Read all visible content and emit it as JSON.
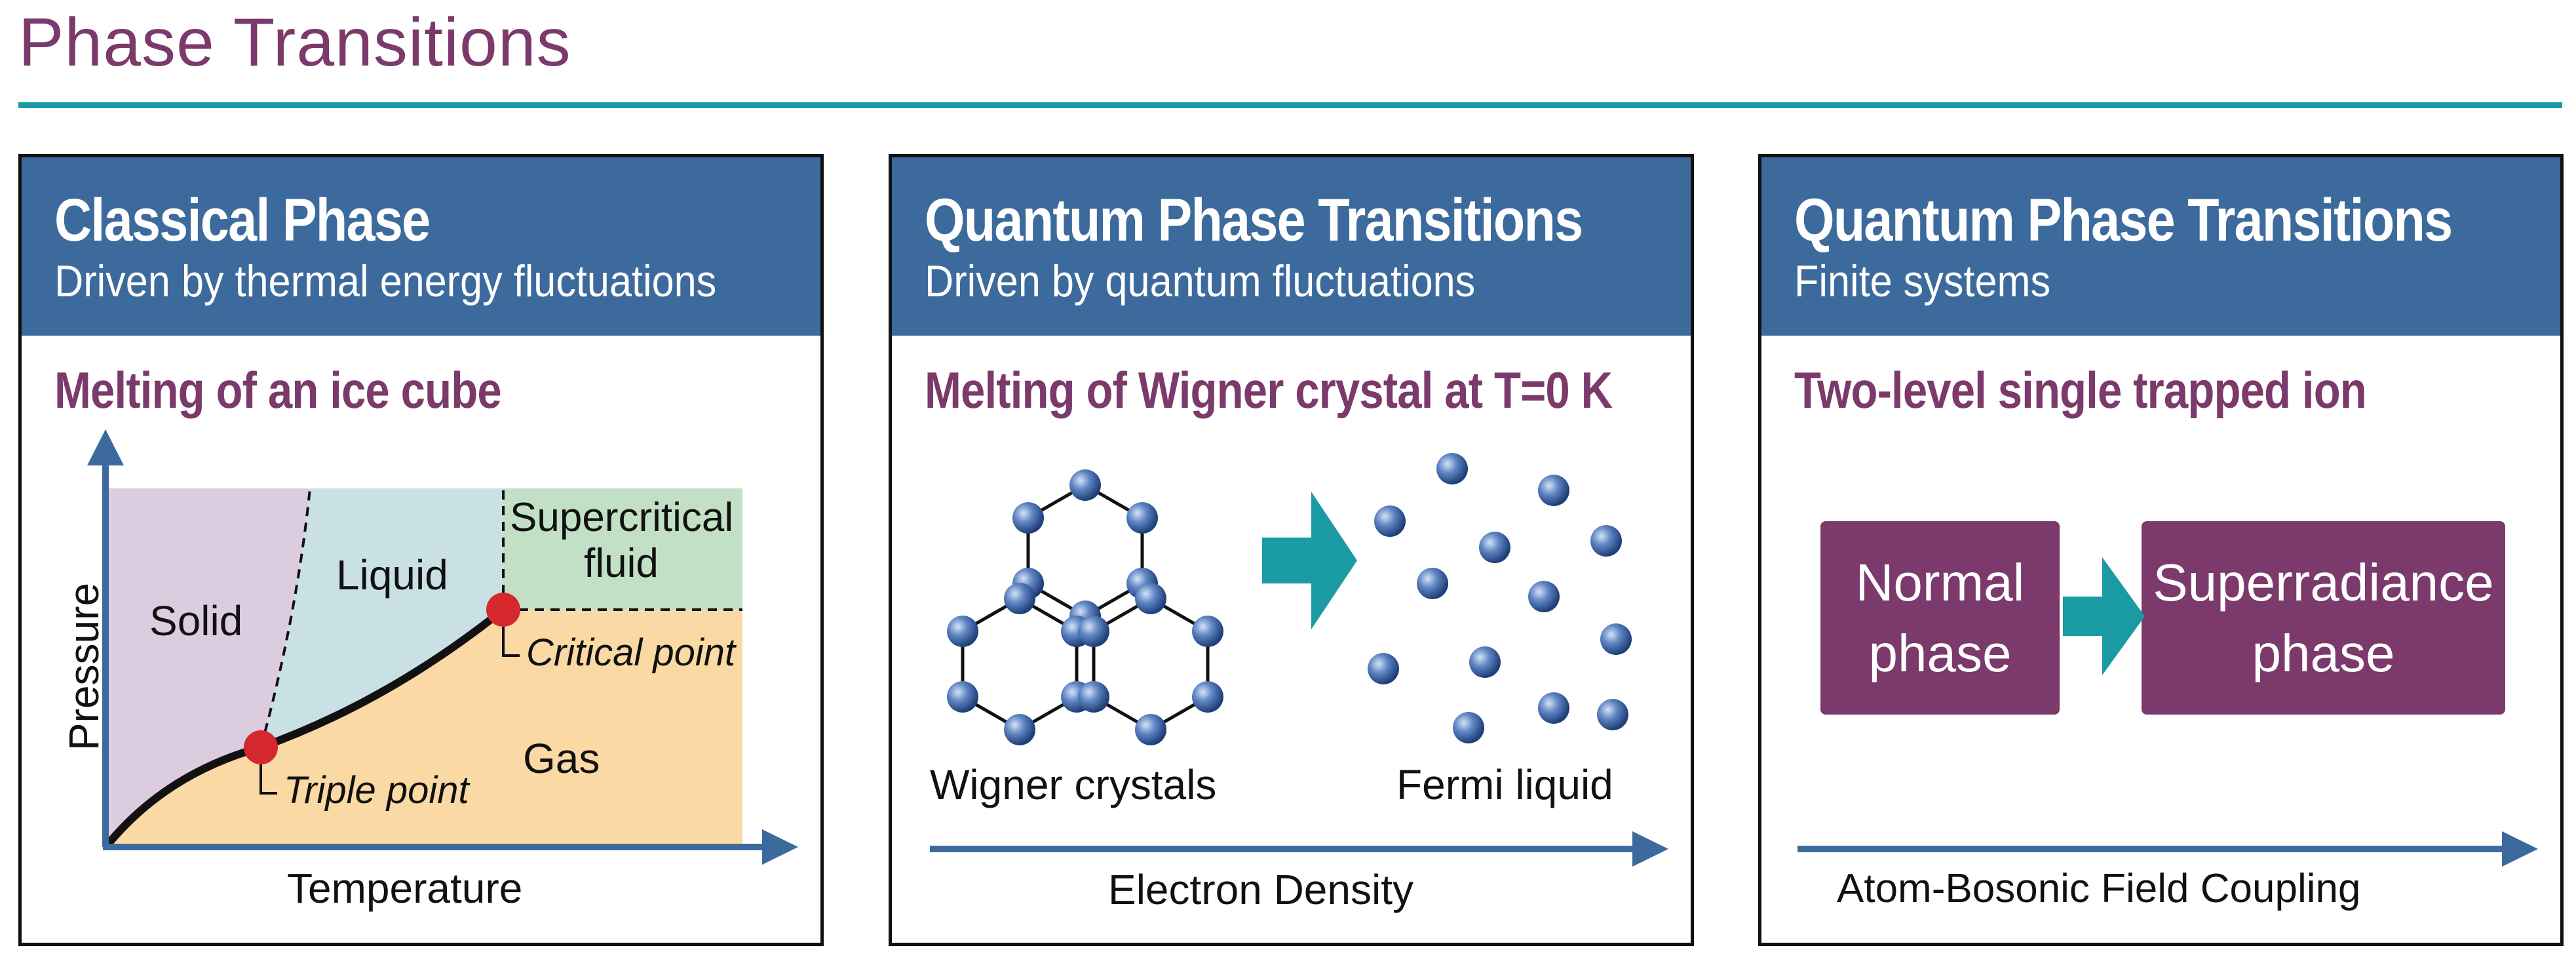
{
  "page": {
    "title": "Phase Transitions"
  },
  "panels": [
    {
      "header": "Classical Phase",
      "subheader": "Driven by thermal energy fluctuations",
      "subtitle": "Melting of an ice cube",
      "regions": {
        "solid": "Solid",
        "liquid": "Liquid",
        "supercritical": "Supercritical fluid",
        "gas": "Gas"
      },
      "points": {
        "critical": "Critical point",
        "triple": "Triple point"
      },
      "axes": {
        "x": "Temperature",
        "y": "Pressure"
      },
      "colors": {
        "solid": "#dccce0",
        "liquid": "#c9e0e4",
        "supercritical": "#c2e0c6",
        "gas": "#fad9a4",
        "point": "#d4282c"
      }
    },
    {
      "header": "Quantum Phase Transitions",
      "subheader": "Driven by quantum fluctuations",
      "subtitle": "Melting of Wigner crystal at T=0 K",
      "left_label": "Wigner crystals",
      "right_label": "Fermi liquid",
      "axis": "Electron Density"
    },
    {
      "header": "Quantum Phase Transitions",
      "subheader": "Finite systems",
      "subtitle": "Two-level single trapped ion",
      "left_box": "Normal phase",
      "right_box": "Superradiance phase",
      "axis": "Atom-Bosonic Field Coupling"
    }
  ],
  "colors": {
    "header_bg": "#3c6a9c",
    "accent": "#7b3a6b",
    "teal": "#1a9aa2",
    "arrow": "#3c6a9c"
  }
}
